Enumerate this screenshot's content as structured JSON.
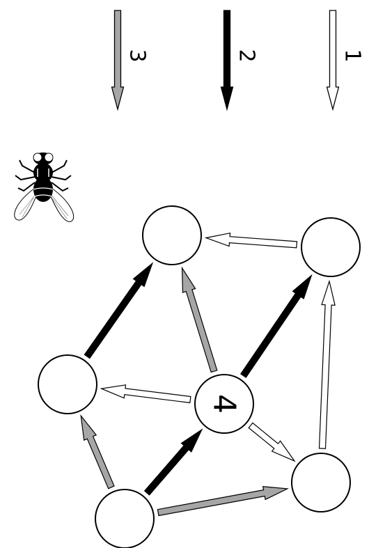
{
  "legend": [
    {
      "label": "1",
      "fill": "#ffffff"
    },
    {
      "label": "2",
      "fill": "#000000"
    },
    {
      "label": "3",
      "fill": "#a6a6a6"
    }
  ],
  "graph": {
    "nodes": [
      {
        "id": "A",
        "label": ""
      },
      {
        "id": "B",
        "label": ""
      },
      {
        "id": "C",
        "label": ""
      },
      {
        "id": "D",
        "label": "4"
      },
      {
        "id": "E",
        "label": ""
      },
      {
        "id": "F",
        "label": ""
      }
    ],
    "edges": [
      {
        "from": "B",
        "to": "A",
        "type": 1
      },
      {
        "from": "E",
        "to": "B",
        "type": 1
      },
      {
        "from": "D",
        "to": "C",
        "type": 1
      },
      {
        "from": "D",
        "to": "E",
        "type": 1
      },
      {
        "from": "C",
        "to": "A",
        "type": 2
      },
      {
        "from": "D",
        "to": "B",
        "type": 2
      },
      {
        "from": "F",
        "to": "D",
        "type": 2
      },
      {
        "from": "D",
        "to": "A",
        "type": 3
      },
      {
        "from": "F",
        "to": "C",
        "type": 3
      },
      {
        "from": "F",
        "to": "E",
        "type": 3
      }
    ]
  },
  "fly_icon": "fly-icon"
}
